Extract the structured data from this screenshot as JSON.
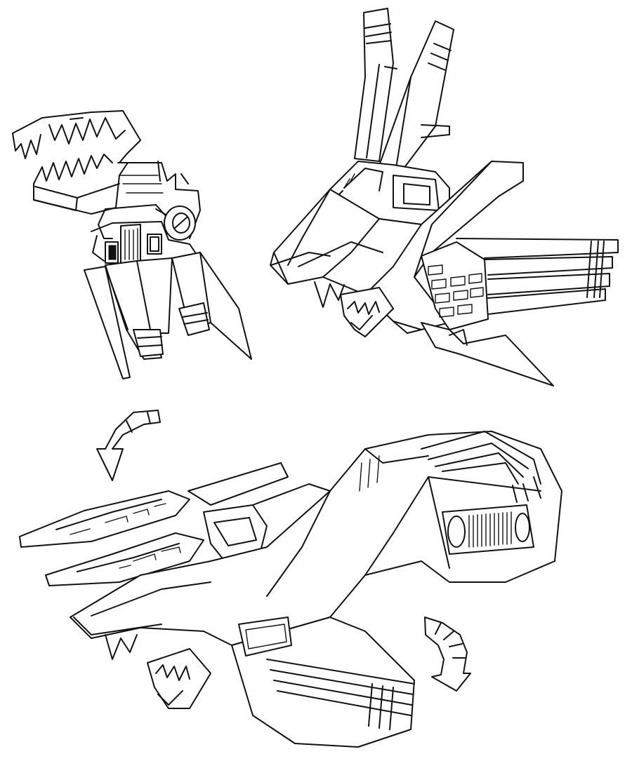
{
  "sheet": {
    "background": "#ffffff",
    "ink_color": "#111111",
    "views": [
      {
        "id": "claw-jaw-view",
        "subject": "jaw-and-claw-assembly"
      },
      {
        "id": "head-front-view",
        "subject": "beast-head-with-vanes"
      },
      {
        "id": "transformed-head-view",
        "subject": "head-folded-transformed"
      }
    ],
    "arrows": [
      {
        "id": "rotate-arrow-left",
        "direction": "down-curved"
      },
      {
        "id": "rotate-arrow-right",
        "direction": "down-curved"
      }
    ]
  }
}
